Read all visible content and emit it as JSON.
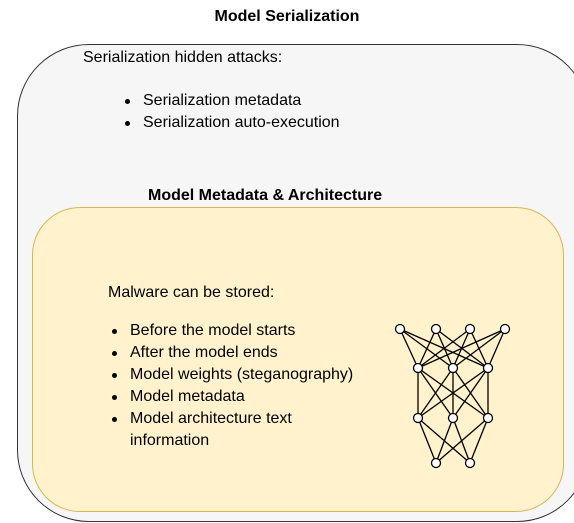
{
  "title": "Model Serialization",
  "serialization": {
    "intro": "Serialization hidden attacks:",
    "items": [
      "Serialization metadata",
      "Serialization auto-execution"
    ]
  },
  "architecture": {
    "title": "Model Metadata & Architecture",
    "intro": "Malware can be stored:",
    "items": [
      "Before the model starts",
      "After the model ends",
      "Model weights (steganography)",
      "Model metadata",
      "Model architecture text information"
    ]
  },
  "colors": {
    "outer_fill": "#f6f6f6",
    "outer_stroke": "#333333",
    "inner_fill": "#fff2cc",
    "inner_stroke": "#d6b656"
  },
  "icons": [
    "neural-network-icon"
  ]
}
